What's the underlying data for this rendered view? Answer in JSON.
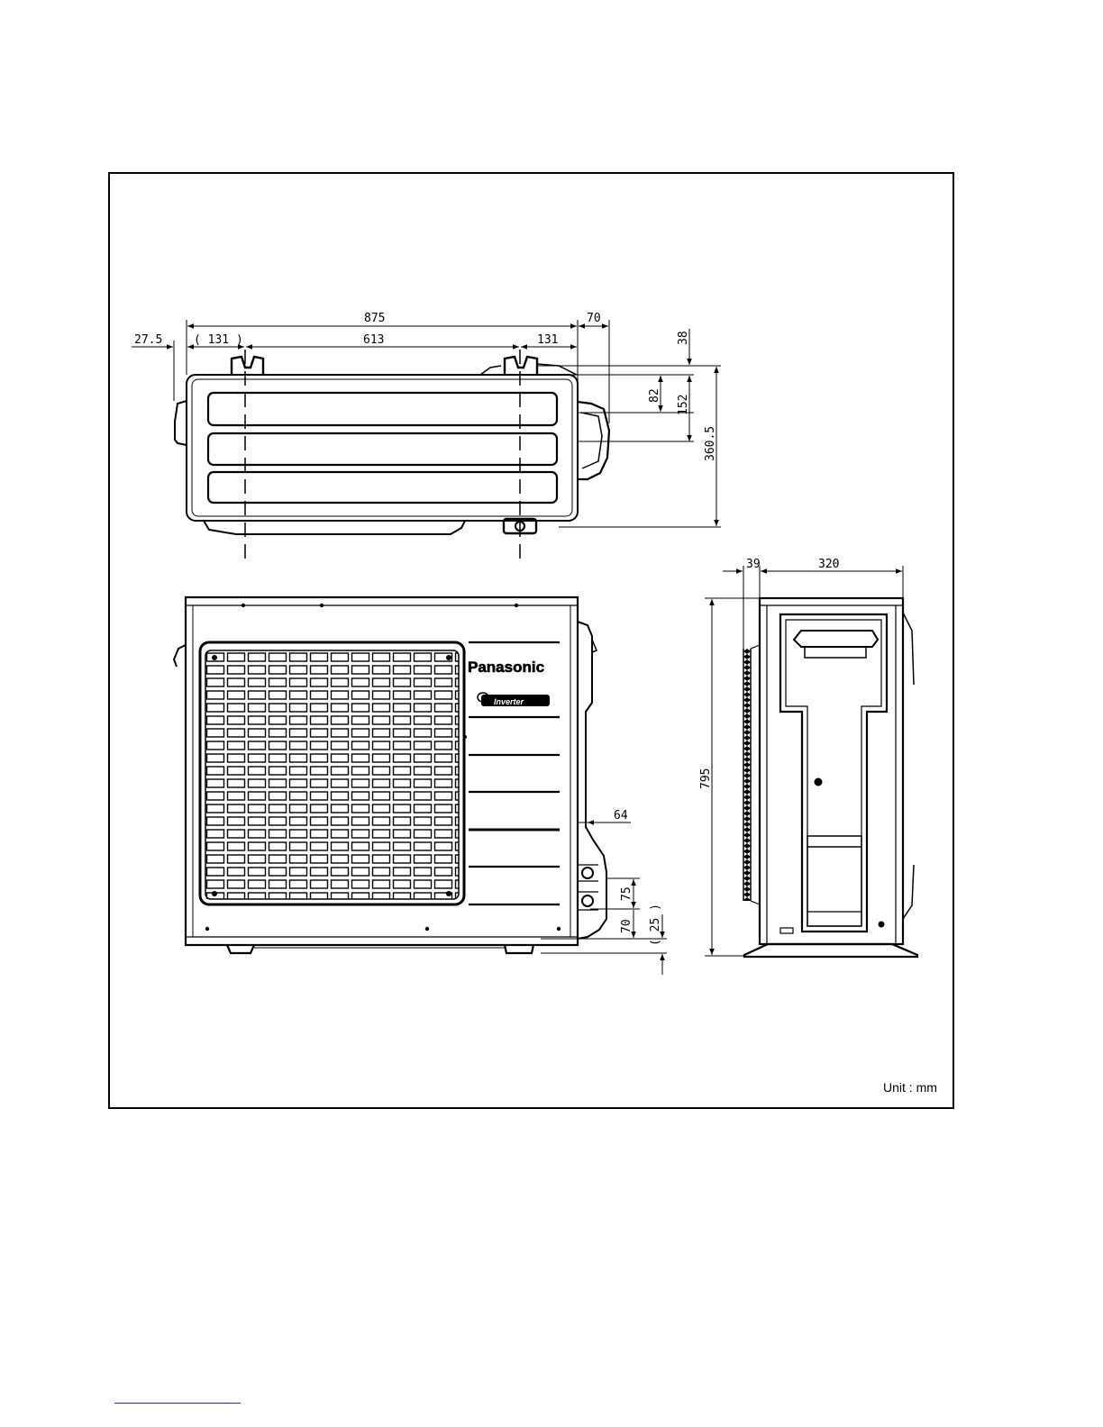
{
  "top_view": {
    "dims": {
      "total_width": "875",
      "fitting_offset": "70",
      "left_offset": "27.5",
      "left_foot": "( 131 )",
      "foot_pitch": "613",
      "right_foot": "131",
      "top_gap": "38",
      "valve_depth_small": "82",
      "valve_depth": "152",
      "overall_depth": "360.5"
    }
  },
  "front_view": {
    "brand": "Panasonic",
    "sub_logo": "Inverter",
    "dims": {
      "side_offset": "64",
      "valve_height_upper": "75",
      "valve_height_lower": "70",
      "base_gap": "( 25 )"
    }
  },
  "side_view": {
    "dims": {
      "fin_depth": "39",
      "body_depth": "320",
      "height": "795"
    }
  },
  "unit_note": "Unit : mm",
  "colors": {
    "line": "#000000",
    "footer_rule": "#1a3f9e"
  }
}
